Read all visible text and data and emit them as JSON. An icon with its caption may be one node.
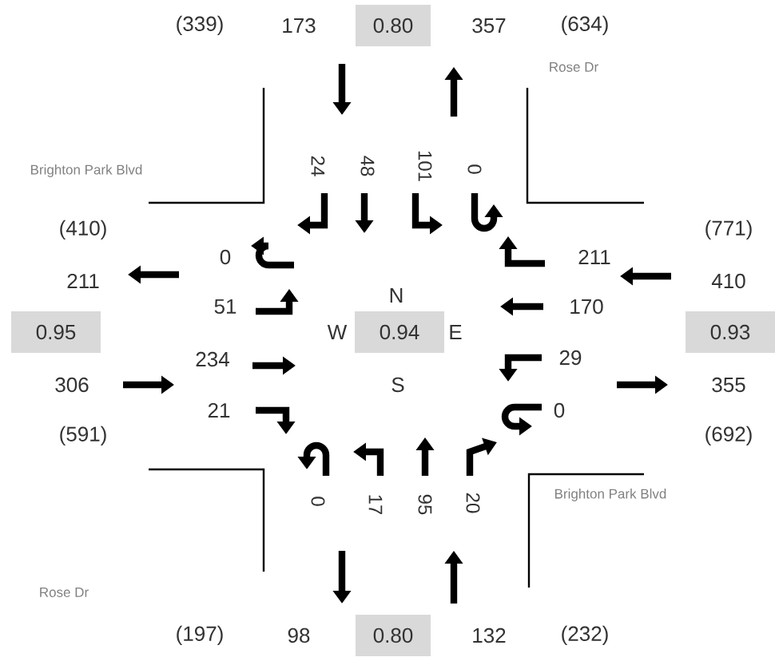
{
  "diagram": {
    "nodes": [
      {
        "text": [
          "0.80"
        ]
      },
      {
        "text": [
          "0.95"
        ]
      },
      {
        "text": [
          "0.94"
        ]
      },
      {
        "text": [
          "0.93"
        ]
      },
      {
        "text": [
          "0.80"
        ]
      }
    ],
    "labels": [
      "(339)",
      "173",
      "357",
      "(634)",
      "Rose Dr",
      "Brighton Park Blvd",
      "24",
      "48",
      "101",
      "0",
      "(410)",
      "(771)",
      "0",
      "211",
      "211",
      "410",
      "51",
      "N",
      "170",
      "W",
      "E",
      "234",
      "29",
      "306",
      "S",
      "355",
      "21",
      "0",
      "(591)",
      "(692)",
      "0",
      "17",
      "95",
      "20",
      "Brighton Park Blvd",
      "Rose Dr",
      "(197)",
      "98",
      "132",
      "(232)"
    ]
  }
}
